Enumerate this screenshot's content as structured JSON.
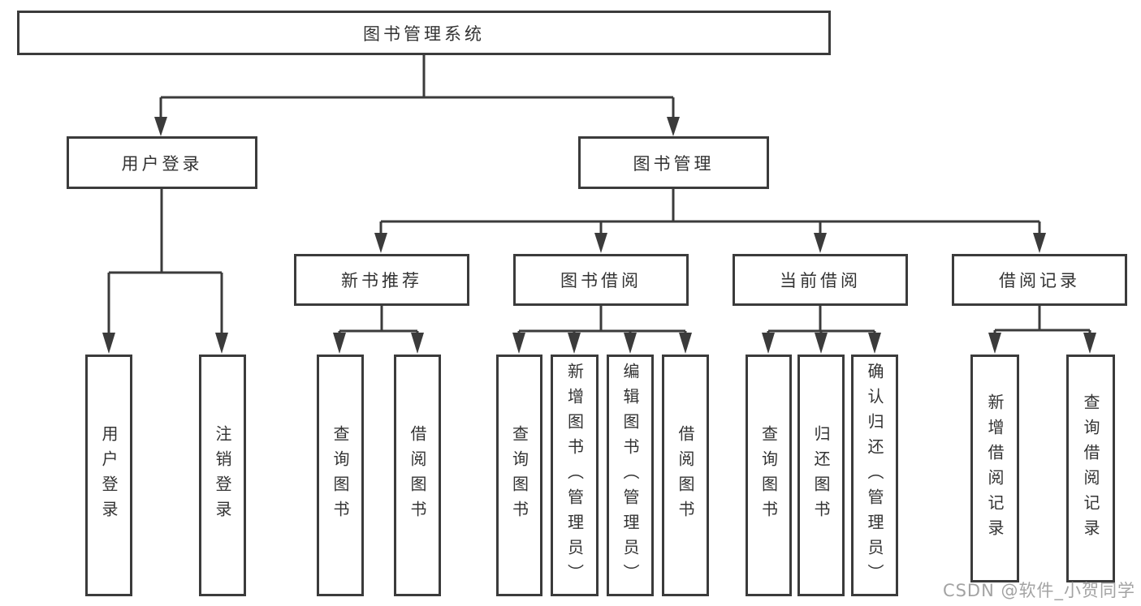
{
  "title": "图书管理系统",
  "colors": {
    "line": "#3b3b3b",
    "text": "#333333",
    "watermark": "#a3a3a3",
    "background": "#ffffff"
  },
  "nodes": {
    "root": "图书管理系统",
    "user_login": "用户登录",
    "book_mgmt": "图书管理",
    "new_books": "新书推荐",
    "book_borrow": "图书借阅",
    "current_borrow": "当前借阅",
    "borrow_records": "借阅记录",
    "leaf_login": "用户登录",
    "leaf_logout": "注销登录",
    "leaf_new_query": "查询图书",
    "leaf_new_borrow": "借阅图书",
    "leaf_borrow_query": "查询图书",
    "leaf_borrow_add": "新增图书（管理员）",
    "leaf_borrow_edit": "编辑图书（管理员）",
    "leaf_borrow_borrow": "借阅图书",
    "leaf_cur_query": "查询图书",
    "leaf_cur_return": "归还图书",
    "leaf_cur_confirm": "确认归还（管理员）",
    "leaf_rec_add": "新增借阅记录",
    "leaf_rec_query": "查询借阅记录"
  },
  "watermark": "CSDN @软件_小贺同学"
}
